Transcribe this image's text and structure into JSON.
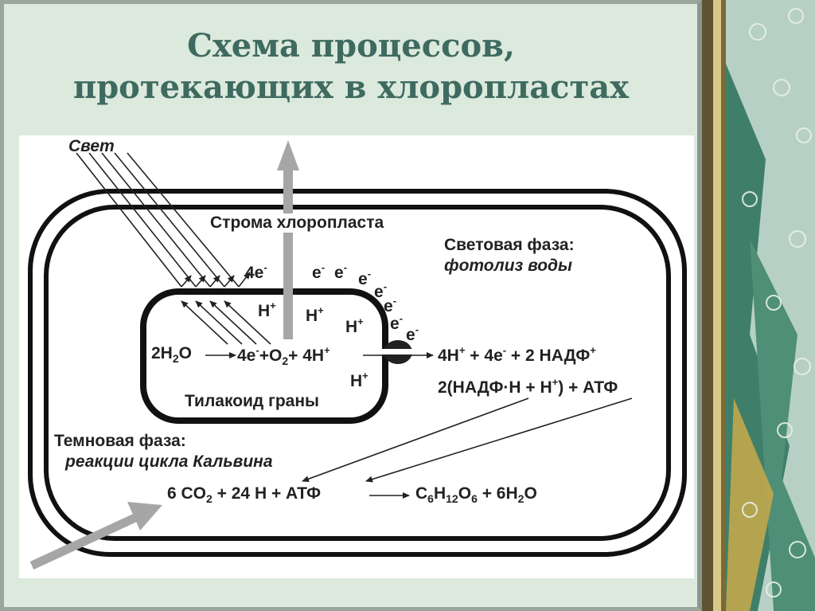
{
  "title": {
    "line1": "Схема процессов,",
    "line2": "протекающих в хлоропластах"
  },
  "labels": {
    "light": "Свет",
    "stroma": "Строма хлоропласта",
    "light_phase_1": "Световая фаза:",
    "light_phase_2": "фотолиз воды",
    "thylakoid": "Тилакоид граны",
    "dark_phase_1": "Темновая фаза:",
    "dark_phase_2": "реакции цикла Кальвина"
  },
  "reactions": {
    "photolysis": [
      "2H",
      "2",
      "O",
      "4e",
      "-",
      "+O",
      "2",
      "+ 4H",
      "+"
    ],
    "electrons_top": "4e",
    "e_minus": "e",
    "h_plus": "H",
    "plus_sign": "+",
    "minus_sign": "-",
    "products_line1": [
      "4H",
      "+",
      " + 4e",
      "-",
      " + 2 НАДФ",
      "+"
    ],
    "products_line2": [
      "2(НАДФ·H + H",
      "+",
      ") + АТФ"
    ],
    "calvin": [
      "6 CO",
      "2",
      " + 24 H  + АТФ",
      "C",
      "6",
      "H",
      "12",
      "O",
      "6",
      " + 6H",
      "2",
      "O"
    ]
  },
  "colors": {
    "title": "#3e6a60",
    "slide_bg": "#dce9dd",
    "arrow_gray": "#a6a6a6"
  }
}
